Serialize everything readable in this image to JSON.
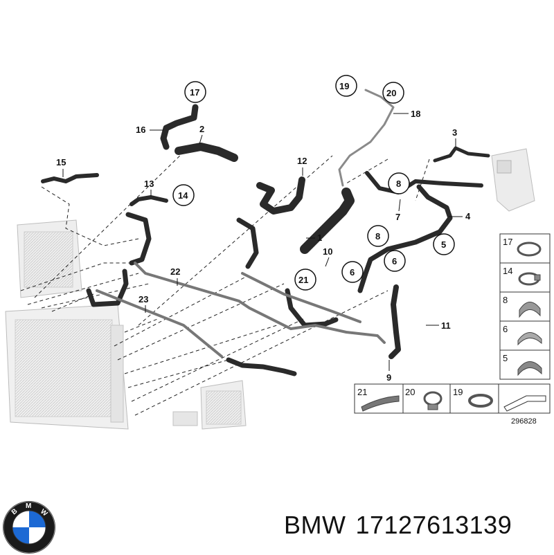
{
  "diagram": {
    "reference_number": "296828",
    "callouts": [
      "1",
      "2",
      "4",
      "7",
      "9",
      "10",
      "11",
      "12",
      "13",
      "15",
      "16",
      "18",
      "22",
      "23"
    ],
    "circled_callouts": [
      "5",
      "6",
      "8",
      "14",
      "17",
      "19",
      "20",
      "21"
    ],
    "legend": {
      "right_column": [
        "17",
        "14",
        "8",
        "6",
        "5"
      ],
      "bottom_row": [
        "21",
        "20",
        "19"
      ]
    }
  },
  "footer": {
    "brand": "BMW",
    "part_number": "17127613139"
  },
  "logo": {
    "text": "BMW",
    "colors": {
      "blue": "#1c69d4",
      "white": "#ffffff",
      "ring": "#1a1a1a"
    }
  }
}
